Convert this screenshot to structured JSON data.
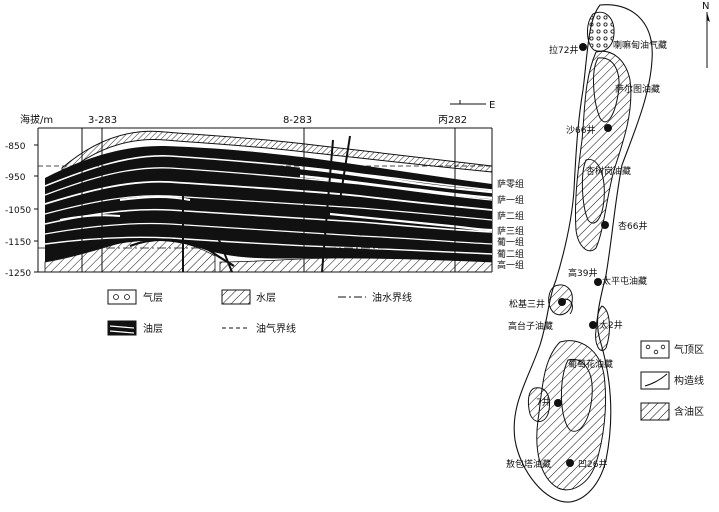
{
  "section": {
    "axis_label": "海拔/m",
    "depths": [
      "-850",
      "-950",
      "-1050",
      "-1150",
      "-1250"
    ],
    "wells": [
      "3-283",
      "8-283",
      "丙282"
    ],
    "direction": "E",
    "formations": [
      "萨零组",
      "萨一组",
      "萨二组",
      "萨三组",
      "葡一组",
      "葡二组",
      "高一组"
    ]
  },
  "section_legend": {
    "gas_layer": "气层",
    "water_layer": "水层",
    "oil_water_contact": "油水界线",
    "oil_layer": "油层",
    "gas_oil_contact": "油气界线"
  },
  "map": {
    "north": "N",
    "wells": {
      "la72": "拉72井",
      "sha66": "沙66井",
      "xing66": "杏66井",
      "gao39": "高39井",
      "songji3": "松基三井",
      "tai2": "太2井",
      "well7": "7井",
      "ao26": "凹26井"
    },
    "reservoirs": {
      "lamadian": "喇嘛甸油气藏",
      "saertu": "萨尔图油藏",
      "xingshugang": "杏树岗油藏",
      "taipingtun": "太平屯油藏",
      "gaotaizi": "高台子油藏",
      "putaohua": "葡萄花油藏",
      "aobaota": "敖包塔油藏"
    }
  },
  "map_legend": {
    "gas_cap": "气顶区",
    "structure_line": "构造线",
    "oil_area": "含油区"
  },
  "colors": {
    "ink": "#111111",
    "paper": "#ffffff"
  }
}
